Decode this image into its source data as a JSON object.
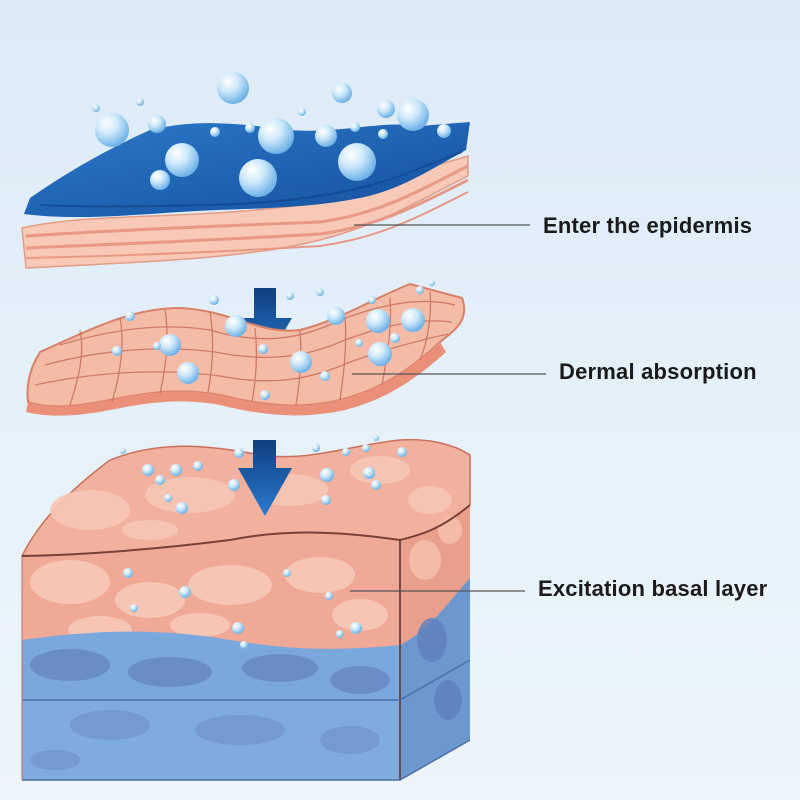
{
  "colors": {
    "water_dark": "#1a5fb0",
    "water_light": "#5d9fe0",
    "skin_light": "#f6c4b0",
    "skin_mid": "#ef9f8a",
    "skin_line": "#c8715e",
    "basal_blue": "#7fa9dc",
    "basal_blob": "#6a8fc8",
    "arrow_blue": "#1f67bd",
    "bubble": "#a9d7f4"
  },
  "icons": [
    "droplet-bubble-icon",
    "arrow-down-icon"
  ],
  "labels": {
    "epidermis": "Enter the epidermis",
    "dermal": "Dermal absorption",
    "basal": "Excitation basal layer"
  }
}
